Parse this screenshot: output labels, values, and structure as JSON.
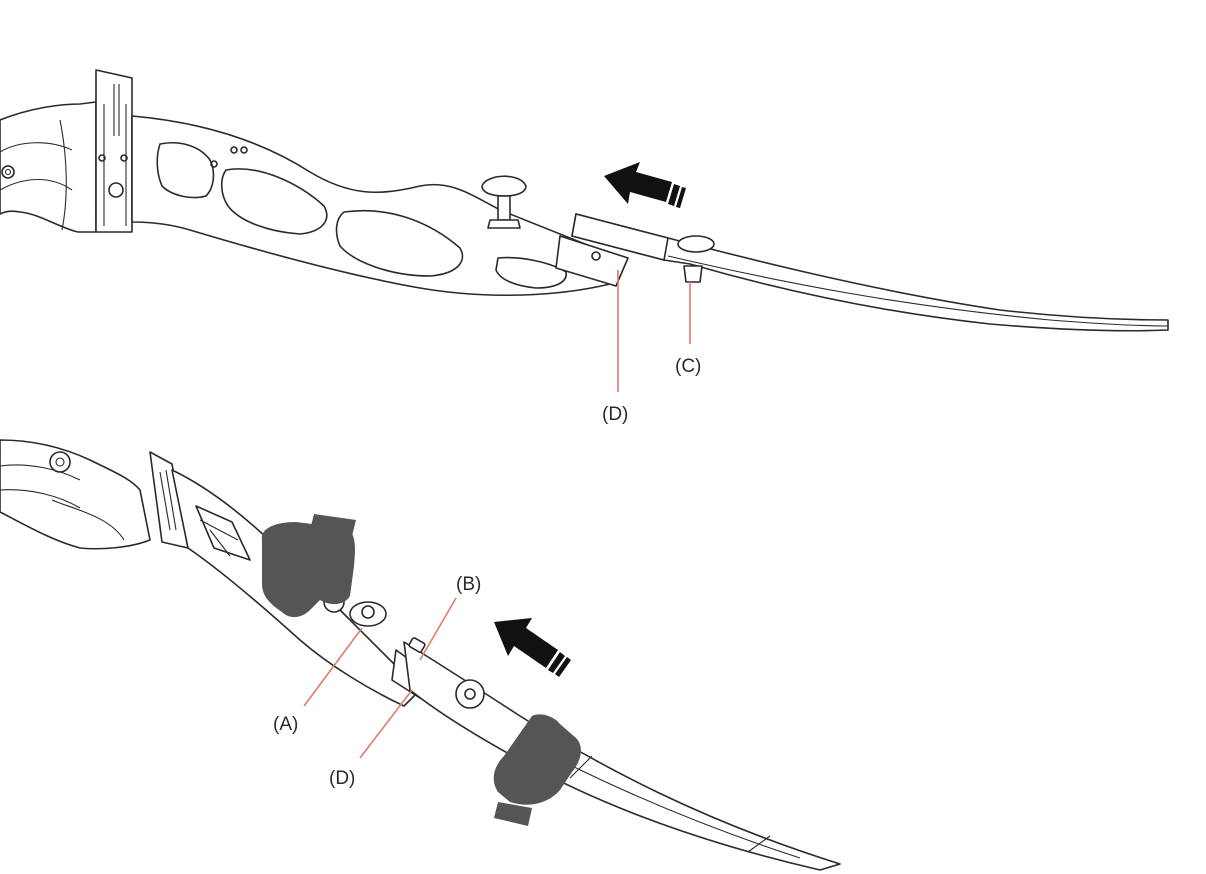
{
  "labels": {
    "top_c": "(C)",
    "top_d": "(D)",
    "bottom_a": "(A)",
    "bottom_b": "(B)",
    "bottom_d": "(D)"
  },
  "colors": {
    "line": "#2a2a2a",
    "leader": "#e07a6a",
    "hand": "#555555",
    "arrow": "#111111"
  },
  "icons": {
    "direction_arrow": "arrow-left-icon",
    "hand": "hand-icon"
  }
}
